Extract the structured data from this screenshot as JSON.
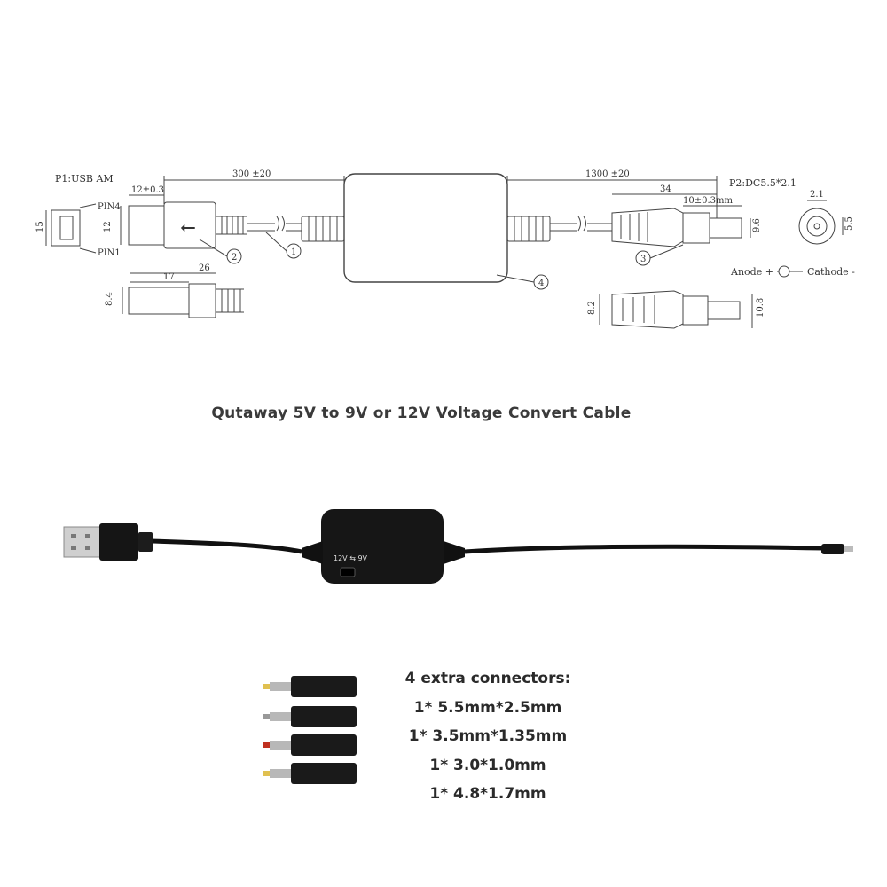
{
  "drawing": {
    "p1_label": "P1:USB AM",
    "p2_label": "P2:DC5.5*2.1",
    "pin4": "PIN4",
    "pin1": "PIN1",
    "dims": {
      "len_usb_side": "300 ±20",
      "len_dc_side": "1300 ±20",
      "usb_plug_len": "12±0.3",
      "usb_height": "12",
      "usb_face": "15",
      "usb_total": "26",
      "usb_body": "17",
      "usb_thick": "8.4",
      "dc_total": "34",
      "dc_tip": "10±0.3mm",
      "dc_dia": "9.6",
      "dc_face_w": "2.1",
      "dc_face_h": "5.5",
      "dc_side_h1": "8.2",
      "dc_side_h2": "10.8"
    },
    "callouts": [
      "1",
      "2",
      "3",
      "4"
    ],
    "anode": "Anode +",
    "cathode": "Cathode -"
  },
  "title": "Qutaway 5V to 9V or 12V Voltage Convert Cable",
  "switch_label": "12V ⇆ 9V",
  "connectors": {
    "heading": "4 extra connectors:",
    "items": [
      "1* 5.5mm*2.5mm",
      "1* 3.5mm*1.35mm",
      "1* 3.0*1.0mm",
      "1* 4.8*1.7mm"
    ]
  }
}
